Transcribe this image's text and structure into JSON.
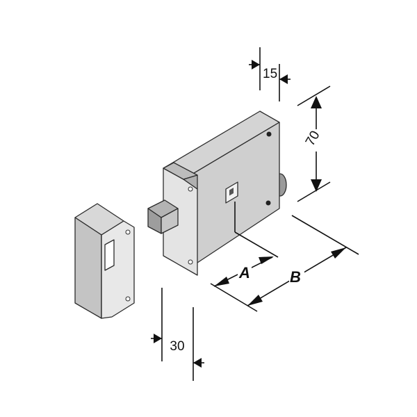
{
  "dimensions": {
    "width_15": "15",
    "height_70": "70",
    "depth_30": "30",
    "label_a": "A",
    "label_b": "B"
  },
  "colors": {
    "light_face": "#e6e6e6",
    "mid_face": "#c9c9c9",
    "dark_face": "#a8a8a8",
    "outline": "#2b2b2b",
    "background": "#ffffff"
  }
}
